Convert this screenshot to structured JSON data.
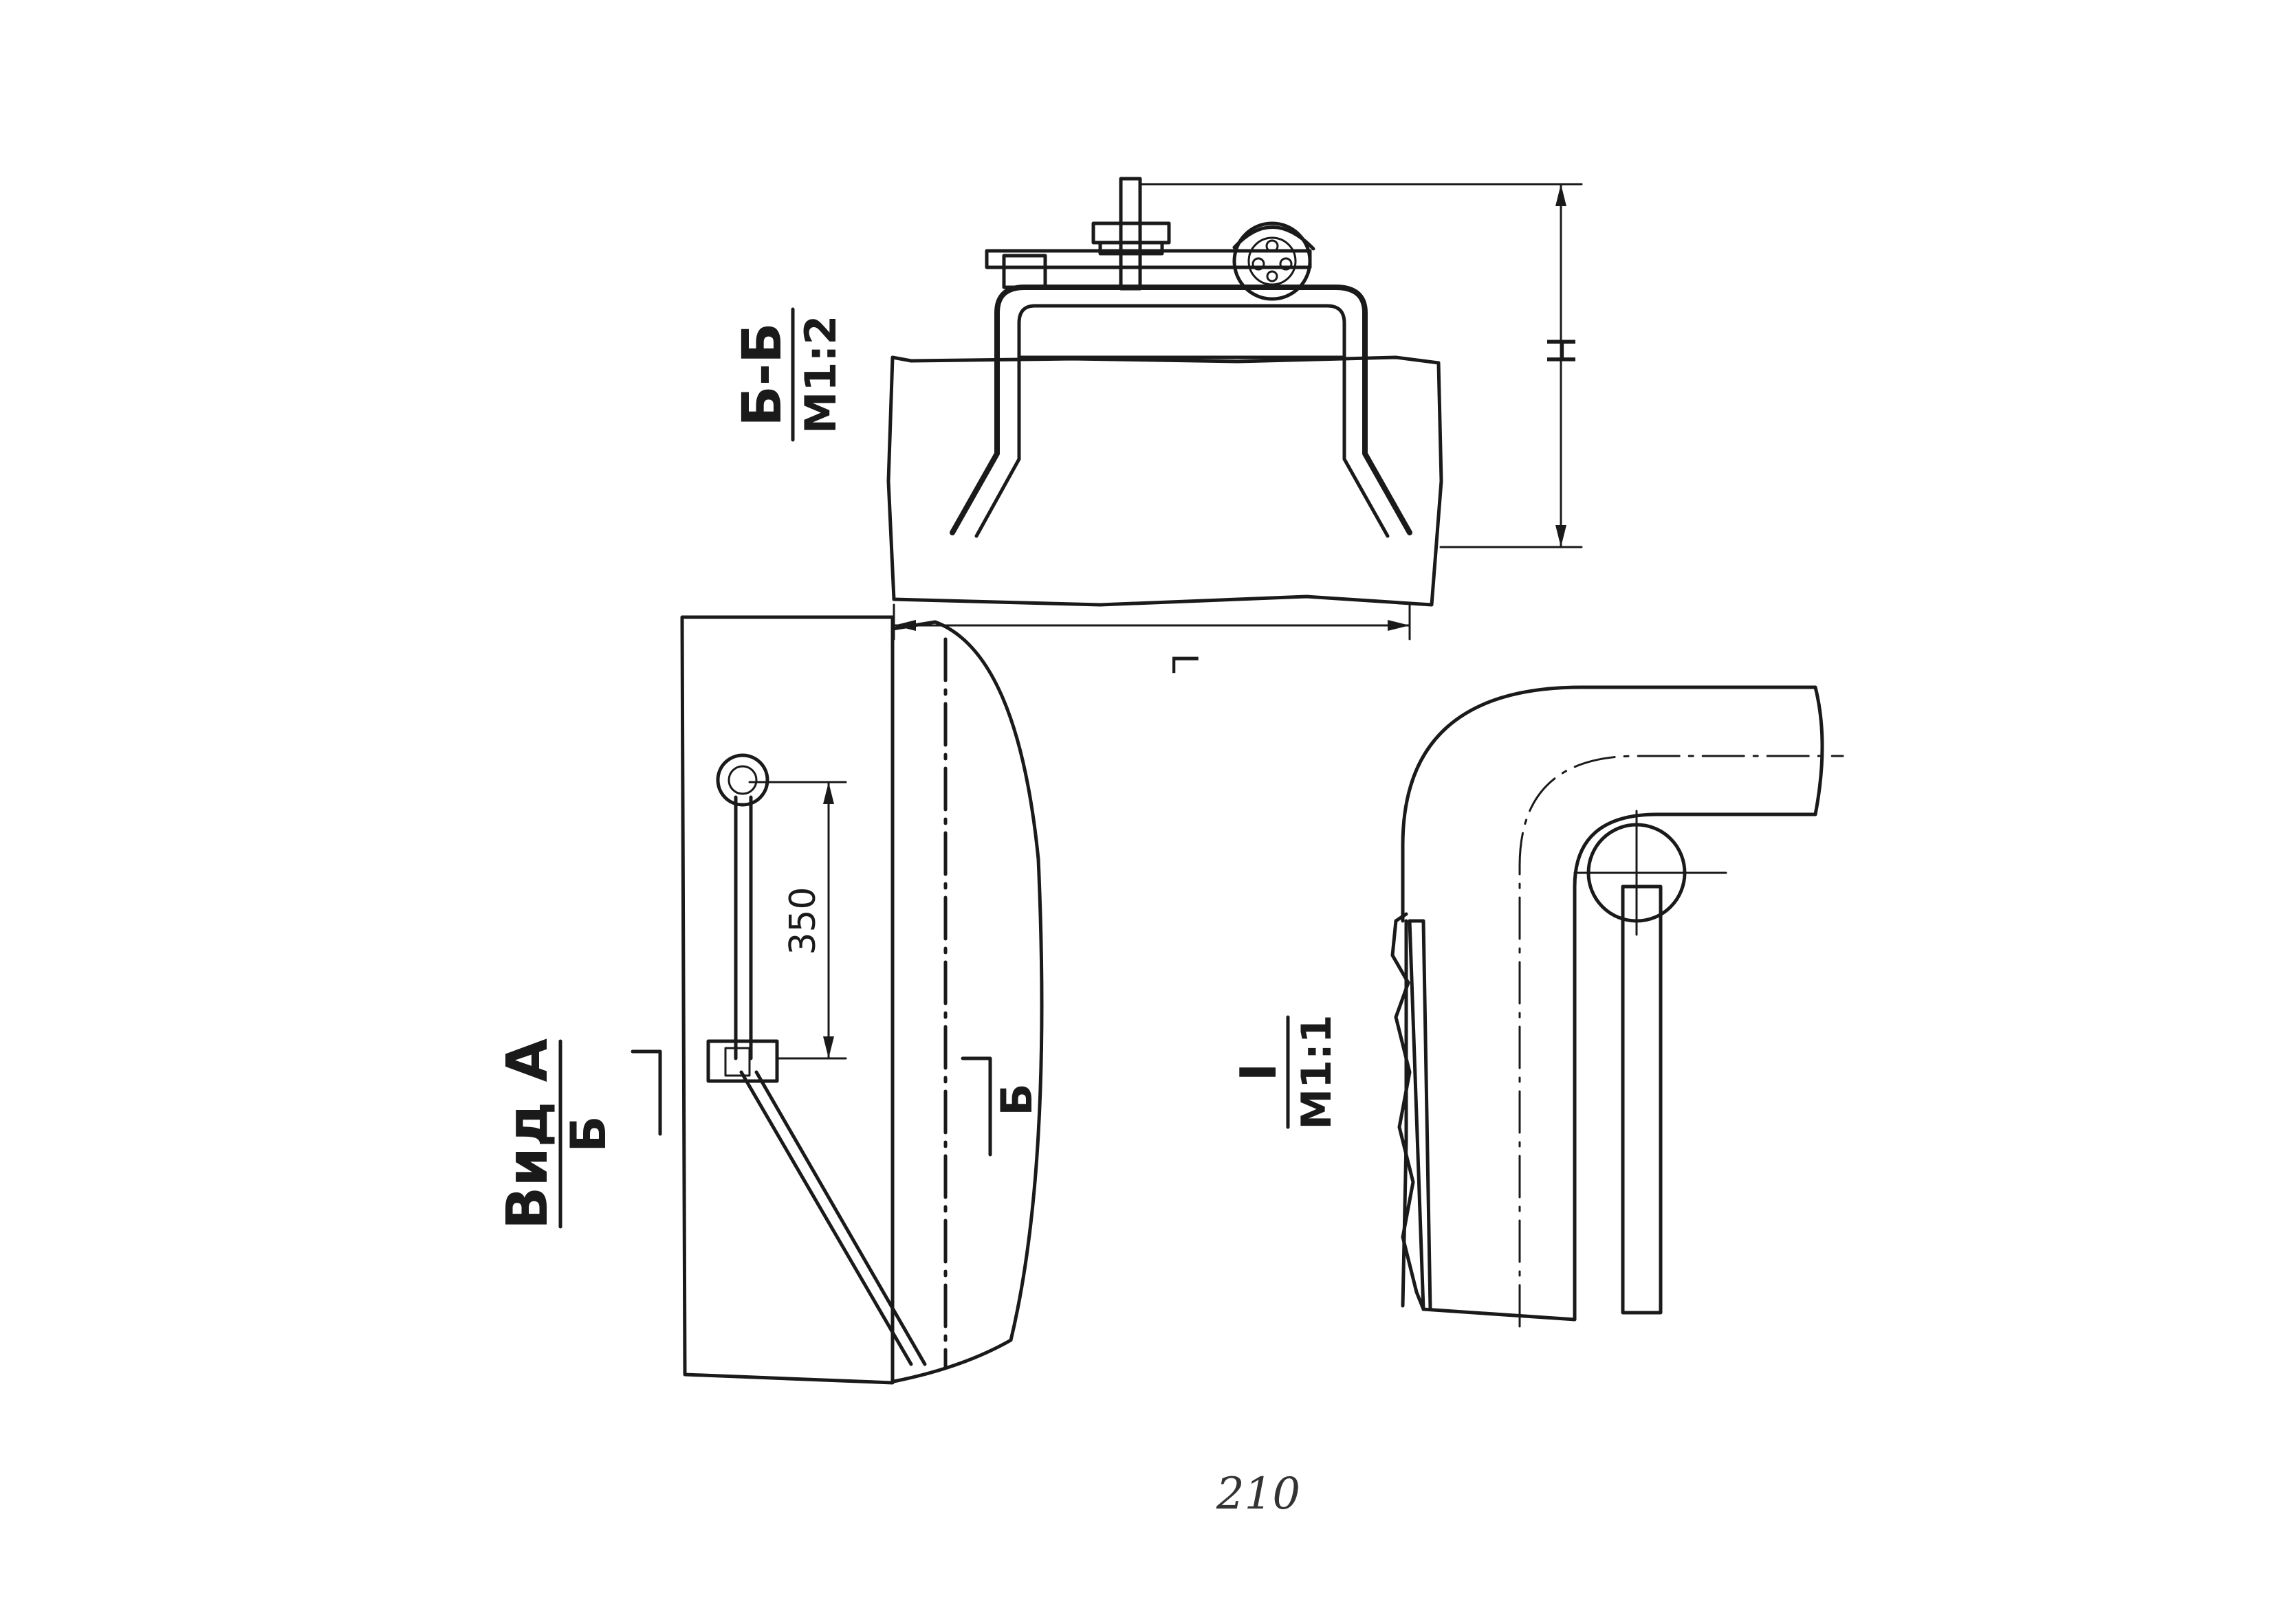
{
  "labels": {
    "section_bb_top": "Б-Б",
    "section_bb_bottom": "М1:2",
    "view_a_top": "Вид А",
    "view_a_bottom": "Б",
    "section_i_top": "I",
    "section_i_bottom": "М1:1",
    "cut_mark": "Б"
  },
  "dimensions": {
    "height": "H",
    "length": "L",
    "spacing": "350"
  },
  "page_number": "210",
  "colors": {
    "ink": "#1a1a1a",
    "paper": "#ffffff"
  }
}
